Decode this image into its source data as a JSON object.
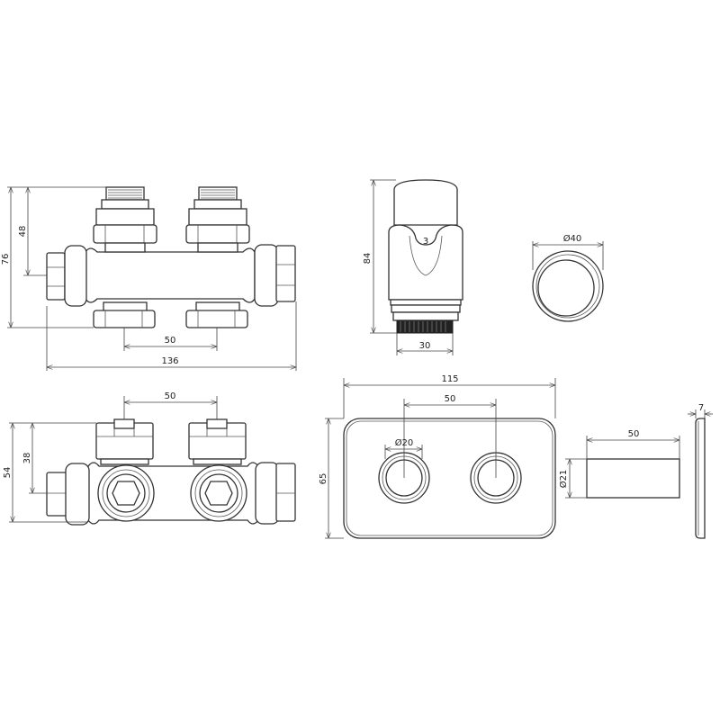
{
  "valve_front": {
    "height_total": "76",
    "height_axis": "48",
    "spacing": "50",
    "width": "136"
  },
  "thermostat": {
    "height": "84",
    "base_width": "30",
    "dial_mark": "3",
    "diameter": "Ø40"
  },
  "valve_top": {
    "spacing": "50",
    "height_total": "54",
    "height_axis": "38"
  },
  "cover_plate": {
    "width": "115",
    "hole_spacing": "50",
    "hole_diameter": "Ø20",
    "height": "65"
  },
  "sleeve": {
    "length": "50",
    "diameter": "Ø21"
  },
  "plate_side": {
    "thickness": "7"
  },
  "colors": {
    "line": "#333333",
    "background": "#ffffff"
  }
}
